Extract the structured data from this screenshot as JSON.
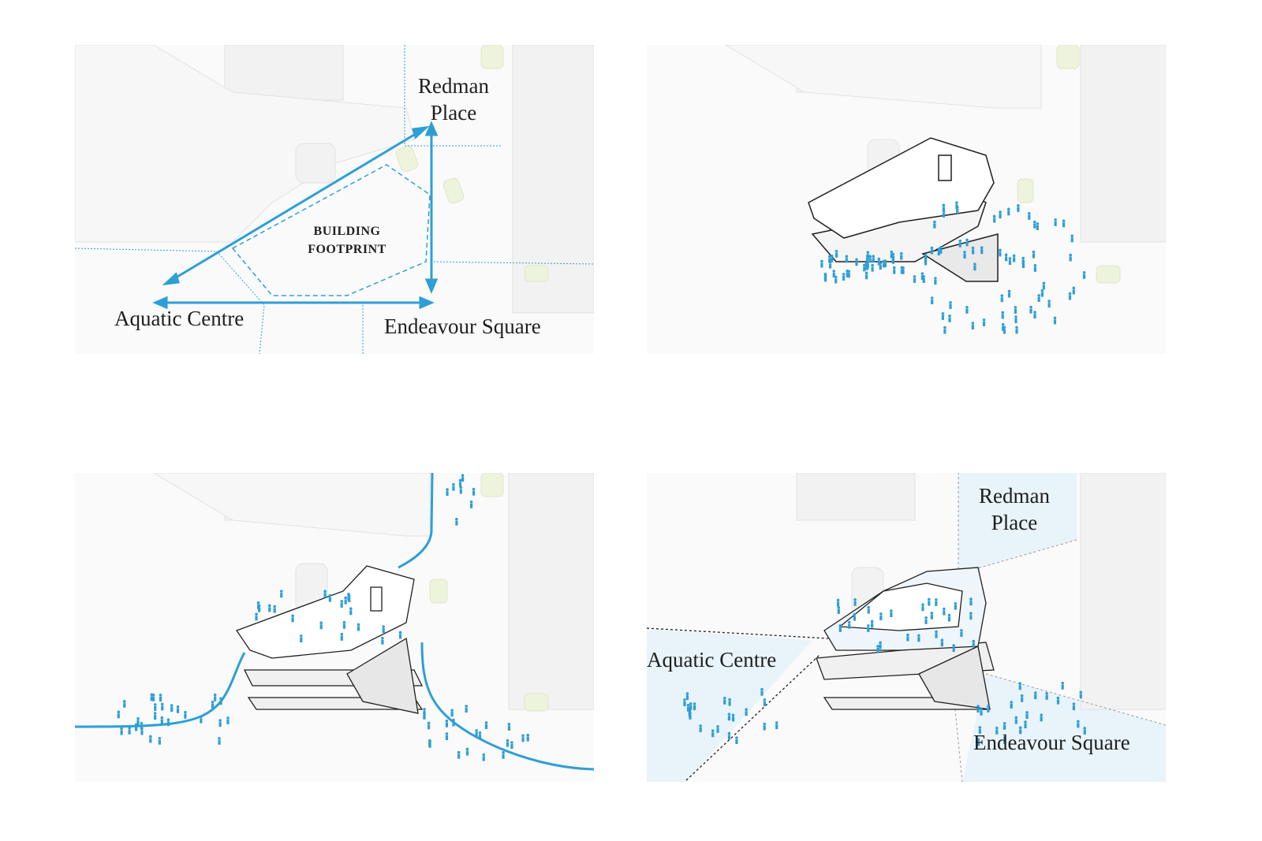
{
  "panels": [
    {
      "id": "site-analysis",
      "labels": {
        "redman_place": "Redman\nPlace",
        "aquatic_centre": "Aquatic Centre",
        "endeavour_square": "Endeavour Square",
        "building_footprint": "BUILDING\nFOOTPRINT"
      }
    },
    {
      "id": "massing-with-crowd"
    },
    {
      "id": "circulation-paths"
    },
    {
      "id": "view-corridors",
      "labels": {
        "redman_place": "Redman\nPlace",
        "aquatic_centre": "Aquatic Centre",
        "endeavour_square": "Endeavour Square"
      }
    }
  ],
  "colors": {
    "accent_blue": "#2e9fd6",
    "light_blue_fill": "#e8f3fa",
    "context_grey": "#ededed",
    "line_dark": "#1f1f1f",
    "grass": "#eef3dc"
  }
}
